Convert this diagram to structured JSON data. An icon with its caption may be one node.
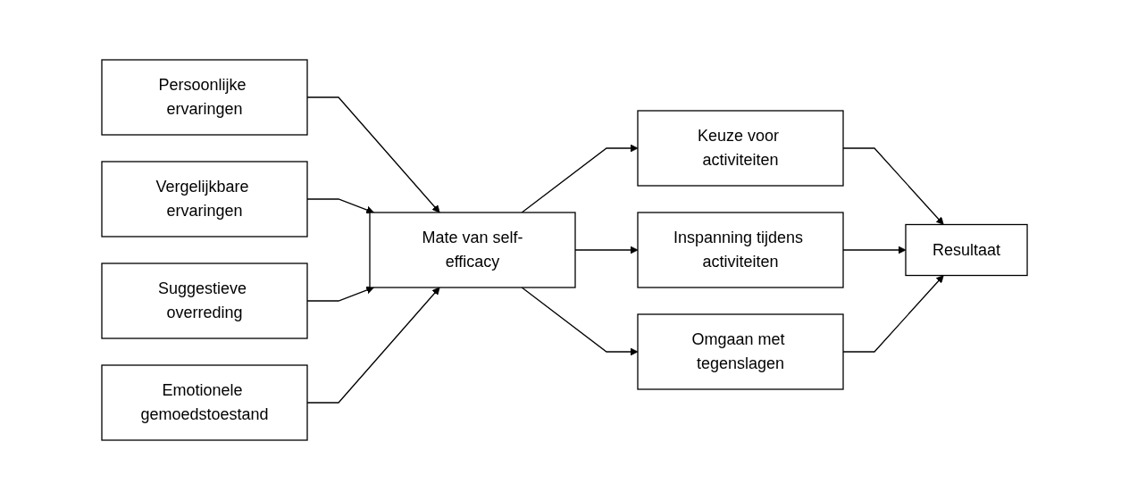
{
  "diagram": {
    "nodes": [
      {
        "text": [
          "Persoonlijke ervaringen"
        ]
      },
      {
        "text": [
          "Vergelijkbare ervaringen"
        ]
      },
      {
        "text": [
          "Suggestieve overreding"
        ]
      },
      {
        "text": [
          "Emotionele gemoedstoestand"
        ]
      },
      {
        "text": [
          "Mate van self-efficacy"
        ]
      },
      {
        "text": [
          "Keuze voor activiteiten"
        ]
      },
      {
        "text": [
          "Inspanning tijdens activiteiten"
        ]
      },
      {
        "text": [
          "Omgaan met tegenslagen"
        ]
      },
      {
        "text": [
          "Resultaat"
        ]
      }
    ],
    "edges": [
      {
        "from": 0,
        "to": 4,
        "arrow": "to"
      },
      {
        "from": 1,
        "to": 4,
        "arrow": "to"
      },
      {
        "from": 2,
        "to": 4,
        "arrow": "to"
      },
      {
        "from": 3,
        "to": 4,
        "arrow": "to"
      },
      {
        "from": 4,
        "to": 5,
        "arrow": "to"
      },
      {
        "from": 4,
        "to": 6,
        "arrow": "to"
      },
      {
        "from": 4,
        "to": 7,
        "arrow": "to"
      },
      {
        "from": 5,
        "to": 8,
        "arrow": "to"
      },
      {
        "from": 6,
        "to": 8,
        "arrow": "to"
      },
      {
        "from": 7,
        "to": 8,
        "arrow": "to"
      }
    ]
  }
}
